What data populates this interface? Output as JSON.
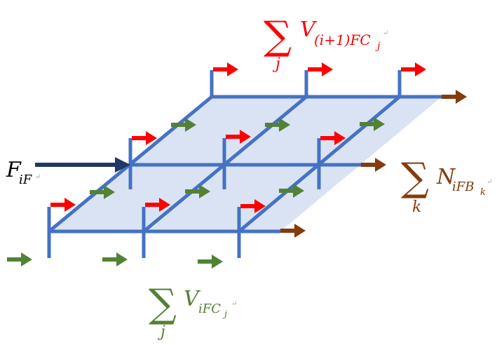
{
  "colors": {
    "grid_line": "#4472c4",
    "plane_fill": "#dae3f3",
    "red_arrow": "#ff0000",
    "green_arrow": "#538135",
    "brown_arrow": "#843c0c",
    "navy_arrow": "#1f3864",
    "label_black": "#000000",
    "label_red": "#ff0000",
    "label_brown": "#843c0c",
    "label_green": "#538135",
    "return_mark": "#aaaaaa"
  },
  "labels": {
    "top_sum": {
      "sigma": "∑",
      "index": "j",
      "term": "V",
      "sub": "(i+1)FC",
      "subsub": "j",
      "mark": "↵"
    },
    "left_input": {
      "term": "F",
      "sub": "iF",
      "mark": "↵"
    },
    "right_sum": {
      "sigma": "∑",
      "index": "k",
      "term": "N",
      "sub": "iFB",
      "subsub": "k",
      "mark": "↵"
    },
    "bottom_sum": {
      "sigma": "∑",
      "index": "j",
      "term": "V",
      "sub": "iFC",
      "subsub": "j",
      "mark": "↵"
    }
  },
  "icons": {
    "flow_arrow": "arrow-right-icon"
  }
}
